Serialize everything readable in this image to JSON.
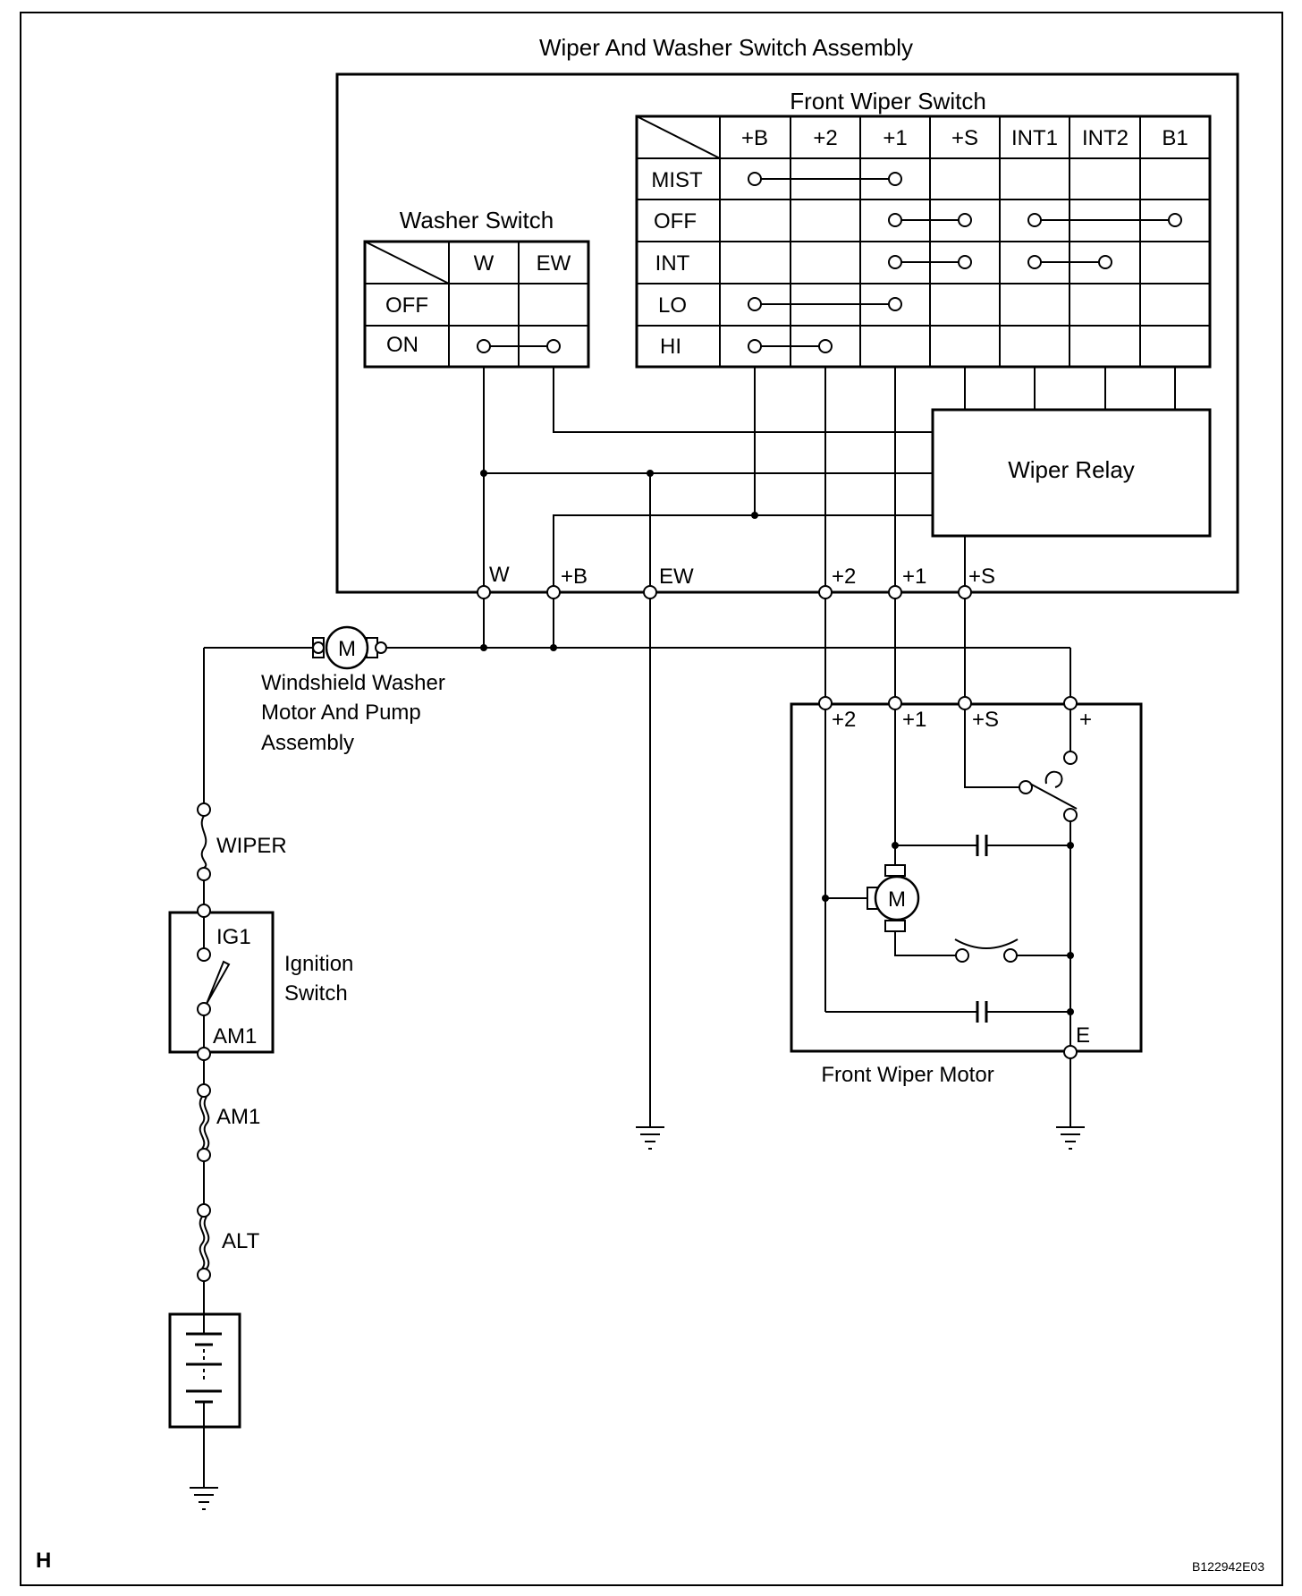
{
  "titles": {
    "assembly": "Wiper And Washer Switch Assembly",
    "front_wiper_switch": "Front Wiper Switch",
    "washer_switch": "Washer Switch",
    "wiper_relay": "Wiper Relay",
    "front_wiper_motor": "Front Wiper Motor",
    "washer_motor": [
      "Windshield Washer",
      "Motor And Pump",
      "Assembly"
    ],
    "ignition_switch": [
      "Ignition",
      "Switch"
    ]
  },
  "front_wiper_switch_table": {
    "columns": [
      "+B",
      "+2",
      "+1",
      "+S",
      "INT1",
      "INT2",
      "B1"
    ],
    "rows": [
      "MIST",
      "OFF",
      "INT",
      "LO",
      "HI"
    ]
  },
  "washer_switch_table": {
    "columns": [
      "W",
      "EW"
    ],
    "rows": [
      "OFF",
      "ON"
    ]
  },
  "connector_terminals": [
    "W",
    "+B",
    "EW",
    "+2",
    "+1",
    "+S"
  ],
  "motor_terminals": [
    "+2",
    "+1",
    "+S",
    "+",
    "E"
  ],
  "motor_symbol": "M",
  "fuses": [
    "WIPER",
    "AM1",
    "ALT"
  ],
  "ignition_terminals": [
    "IG1",
    "AM1"
  ],
  "footer": {
    "page_letter": "H",
    "figure_code": "B122942E03"
  }
}
